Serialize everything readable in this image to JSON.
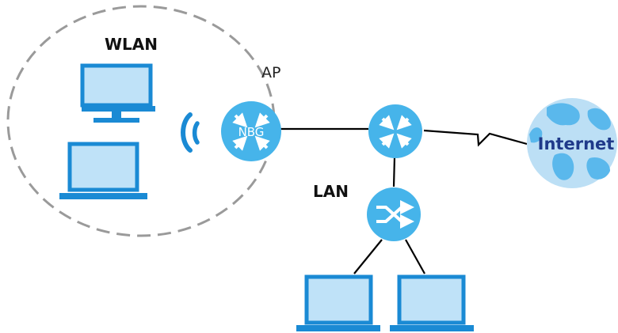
{
  "labels": {
    "wlan": "WLAN",
    "ap": "AP",
    "nbg": "NBG",
    "lan": "LAN",
    "internet": "Internet"
  },
  "colors": {
    "device_fill": "#bfe2f8",
    "device_blue": "#1a8ad4",
    "node_blue": "#46b4ea",
    "globe_fill": "#bcdff5",
    "globe_land": "#5ab8ec",
    "internet_text": "#1f3a8a",
    "dashed_gray": "#9a9a9a",
    "line_black": "#000000"
  },
  "icons": {
    "wireless": "wifi-signal-icon",
    "router": "router-arrows-icon",
    "switch": "switch-crossed-arrows-icon",
    "globe": "globe-icon",
    "monitor": "desktop-monitor-icon",
    "laptop": "laptop-icon"
  }
}
